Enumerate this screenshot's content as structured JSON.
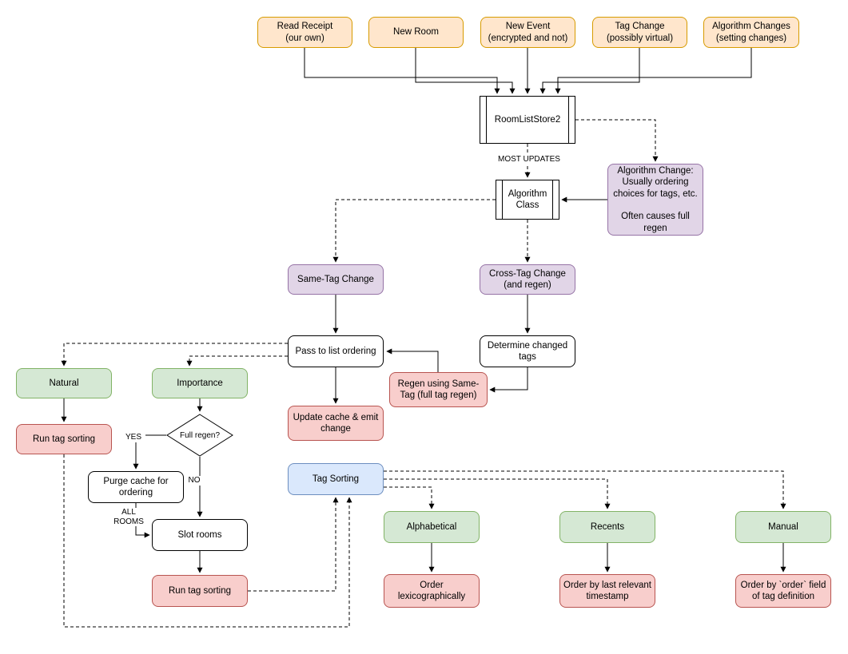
{
  "colors": {
    "orange_fill": "#ffe6cc",
    "orange_stroke": "#d79b00",
    "purple_fill": "#e1d5e7",
    "purple_stroke": "#9673a6",
    "green_fill": "#d5e8d4",
    "green_stroke": "#82b366",
    "red_fill": "#f8cecc",
    "red_stroke": "#b85450",
    "blue_fill": "#dae8fc",
    "blue_stroke": "#6c8ebf",
    "white_fill": "#ffffff",
    "white_stroke": "#000000"
  },
  "nodes": {
    "read_receipt": "Read Receipt\n(our own)",
    "new_room": "New Room",
    "new_event": "New Event\n(encrypted and not)",
    "tag_change": "Tag Change\n(possibly virtual)",
    "algorithm_changes": "Algorithm Changes\n(setting changes)",
    "room_list_store": "RoomListStore2",
    "algorithm_class": "Algorithm\nClass",
    "algorithm_change_note": "Algorithm Change:\nUsually ordering\nchoices for tags, etc.\n\nOften causes full\nregen",
    "same_tag_change": "Same-Tag Change",
    "cross_tag_change": "Cross-Tag Change\n(and regen)",
    "pass_to_list_ordering": "Pass to list ordering",
    "determine_changed_tags": "Determine changed\ntags",
    "regen_same_tag": "Regen using Same-\nTag (full tag regen)",
    "natural": "Natural",
    "importance": "Importance",
    "run_tag_sorting_left": "Run tag sorting",
    "full_regen": "Full regen?",
    "update_cache": "Update cache & emit\nchange",
    "purge_cache": "Purge cache for\nordering",
    "tag_sorting": "Tag Sorting",
    "slot_rooms": "Slot rooms",
    "run_tag_sorting_bottom": "Run tag sorting",
    "alphabetical": "Alphabetical",
    "recents": "Recents",
    "manual": "Manual",
    "order_lexicographically": "Order\nlexicographically",
    "order_by_timestamp": "Order by last relevant\ntimestamp",
    "order_by_field": "Order by `order` field\nof tag definition"
  },
  "edge_labels": {
    "most_updates": "MOST UPDATES",
    "yes": "YES",
    "no": "NO",
    "all_rooms": "ALL\nROOMS"
  }
}
